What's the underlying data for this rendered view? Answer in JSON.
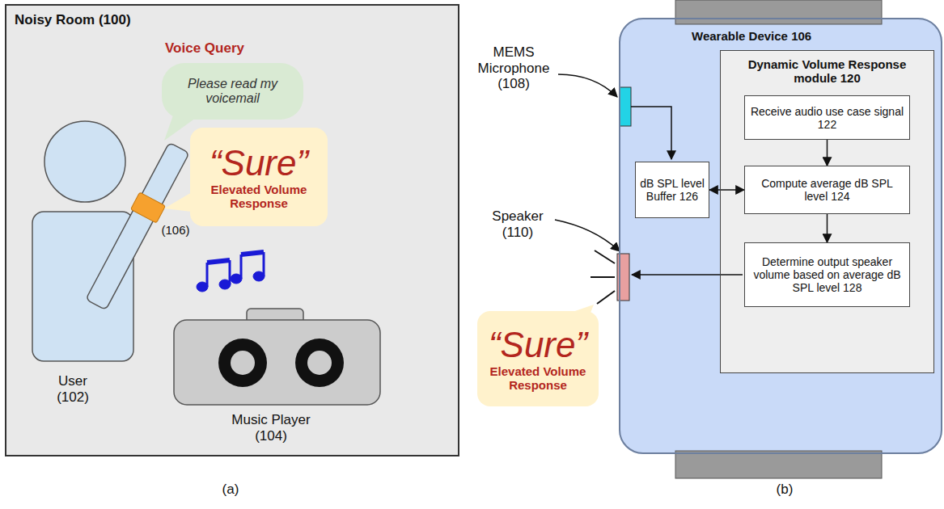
{
  "diagram": {
    "nodes": [
      {
        "text": [
          "Noisy Room (100)"
        ]
      },
      {
        "text": [
          "Please read my voicemail"
        ],
        "in": 0
      },
      {
        "text": [
          "“Sure”",
          "Elevated Volume Response"
        ],
        "in": 0
      },
      {
        "text": [
          "Wearable Device 106"
        ]
      },
      {
        "text": [
          "Dynamic Volume Response module 120"
        ],
        "in": 3
      },
      {
        "text": [
          "Receive audio use case signal 122"
        ],
        "in": 4
      },
      {
        "text": [
          "Compute average dB SPL level 124"
        ],
        "in": 4
      },
      {
        "text": [
          "Determine output speaker volume based on average dB SPL level 128"
        ],
        "in": 4
      },
      {
        "text": [
          "dB SPL level Buffer 126"
        ],
        "in": 3
      },
      {
        "text": [
          "“Sure”",
          "Elevated Volume Response"
        ]
      }
    ],
    "edges": [
      {
        "from": 5,
        "to": 6,
        "arrow": "to"
      },
      {
        "from": 6,
        "to": 7,
        "arrow": "to"
      },
      {
        "from": 8,
        "to": 6,
        "arrow": "both"
      }
    ],
    "labels": [
      "Voice Query",
      "(106)",
      "User (102)",
      "Music Player (104)",
      "(a)",
      "MEMS Microphone (108)",
      "Speaker (110)",
      "(b)"
    ]
  }
}
